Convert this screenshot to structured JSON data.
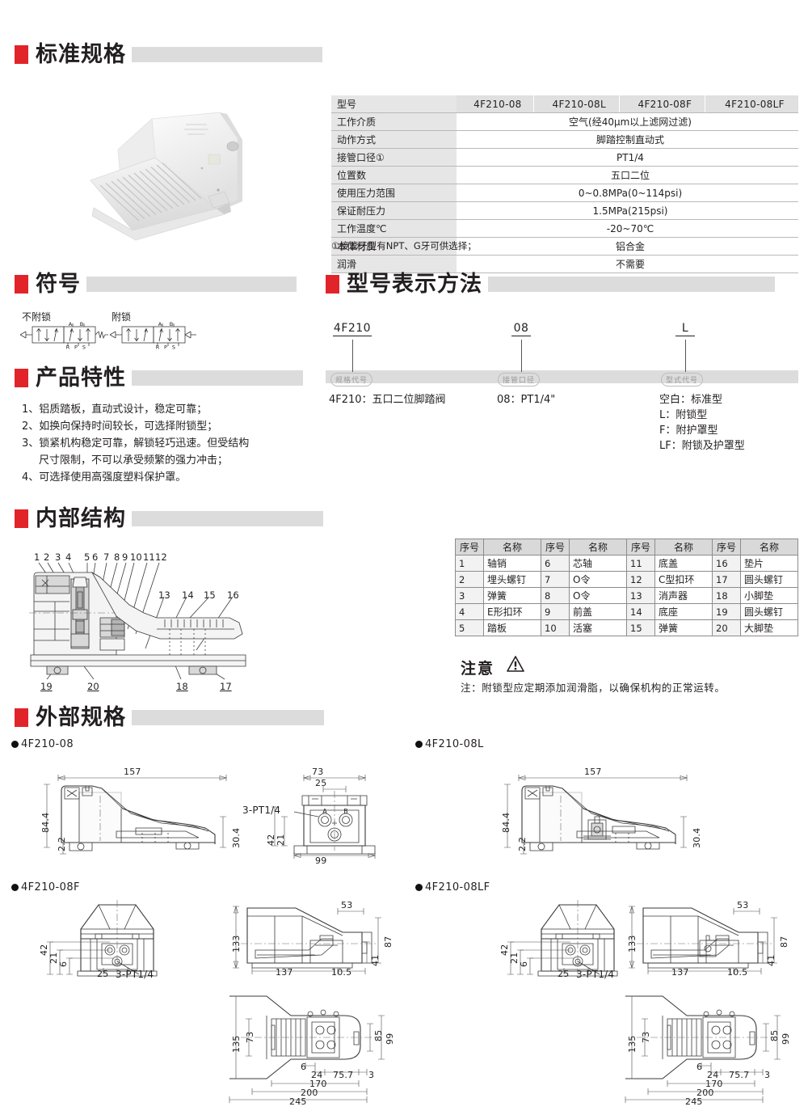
{
  "sections": {
    "standard_spec": "标准规格",
    "symbol": "符号",
    "model_code": "型号表示方法",
    "product_features": "产品特性",
    "internal_structure": "内部结构",
    "external_spec": "外部规格"
  },
  "spec_table": {
    "model_row_label": "型号",
    "models": [
      "4F210-08",
      "4F210-08L",
      "4F210-08F",
      "4F210-08LF"
    ],
    "rows": [
      {
        "label": "工作介质",
        "value": "空气(经40μm以上滤网过滤)"
      },
      {
        "label": "动作方式",
        "value": "脚踏控制直动式"
      },
      {
        "label": "接管口径①",
        "value": "PT1/4"
      },
      {
        "label": "位置数",
        "value": "五口二位"
      },
      {
        "label": "使用压力范围",
        "value": "0~0.8MPa(0~114psi)"
      },
      {
        "label": "保证耐压力",
        "value": "1.5MPa(215psi)"
      },
      {
        "label": "工作温度℃",
        "value": "-20~70℃"
      },
      {
        "label": "本体材质",
        "value": "铝合金"
      },
      {
        "label": "润滑",
        "value": "不需要"
      }
    ],
    "note": "①接管牙型有NPT、G牙可供选择；"
  },
  "symbol": {
    "items": [
      {
        "label": "不附锁",
        "ports_top": [
          "A",
          "B"
        ],
        "ports_bottom": [
          "R",
          "P",
          "S"
        ]
      },
      {
        "label": "附锁",
        "ports_top": [
          "A",
          "B"
        ],
        "ports_bottom": [
          "R",
          "P",
          "S"
        ]
      }
    ]
  },
  "model_code": {
    "codes": [
      "4F210",
      "08",
      "L"
    ],
    "tags": [
      "规格代号",
      "接管口径",
      "型式代号"
    ],
    "descriptions": [
      [
        "4F210：五口二位脚踏阀"
      ],
      [
        "08：PT1/4\""
      ],
      [
        "空白：标准型",
        "L：附锁型",
        "F：附护罩型",
        "LF：附锁及护罩型"
      ]
    ]
  },
  "features": [
    {
      "text": "1、铝质踏板，直动式设计，稳定可靠；",
      "indent": false
    },
    {
      "text": "2、如换向保持时间较长，可选择附锁型；",
      "indent": false
    },
    {
      "text": "3、锁紧机构稳定可靠，解锁轻巧迅速。但受结构",
      "indent": false
    },
    {
      "text": "尺寸限制，不可以承受频繁的强力冲击；",
      "indent": true
    },
    {
      "text": "4、可选择使用高强度塑料保护罩。",
      "indent": false
    }
  ],
  "internal_structure": {
    "callouts_top": [
      "1",
      "2",
      "3",
      "4",
      "5",
      "6",
      "7",
      "8",
      "9",
      "10",
      "11",
      "12"
    ],
    "callouts_right": [
      "13",
      "14",
      "15",
      "16"
    ],
    "callouts_bottom": [
      "19",
      "20",
      "18",
      "17"
    ]
  },
  "parts_table": {
    "headers": [
      "序号",
      "名称",
      "序号",
      "名称",
      "序号",
      "名称",
      "序号",
      "名称"
    ],
    "rows": [
      [
        "1",
        "轴销",
        "6",
        "芯轴",
        "11",
        "底盖",
        "16",
        "垫片"
      ],
      [
        "2",
        "埋头螺钉",
        "7",
        "O令",
        "12",
        "C型扣环",
        "17",
        "圆头螺钉"
      ],
      [
        "3",
        "弹簧",
        "8",
        "O令",
        "13",
        "消声器",
        "18",
        "小脚垫"
      ],
      [
        "4",
        "E形扣环",
        "9",
        "前盖",
        "14",
        "底座",
        "19",
        "圆头螺钉"
      ],
      [
        "5",
        "踏板",
        "10",
        "活塞",
        "15",
        "弹簧",
        "20",
        "大脚垫"
      ]
    ]
  },
  "notice": {
    "title": "注意",
    "body": "注：附锁型应定期添加润滑脂，以确保机构的正常运转。"
  },
  "external_spec": {
    "variants": [
      {
        "name": "4F210-08",
        "side_dims": [
          "157",
          "84.4",
          "2.2",
          "30.4"
        ],
        "front_dims": [
          "73",
          "25",
          "42",
          "21",
          "99"
        ],
        "port_callout": "3-PT1/4",
        "port_labels": [
          "A",
          "B"
        ]
      },
      {
        "name": "4F210-08L",
        "side_dims": [
          "157",
          "84.4",
          "2.2",
          "30.4"
        ]
      },
      {
        "name": "4F210-08F",
        "front_dims": [
          "42",
          "21",
          "6",
          "25"
        ],
        "port_callout": "3-PT1/4",
        "side_dims": [
          "133",
          "53",
          "87",
          "41",
          "137",
          "10.5"
        ],
        "top_dims": [
          "135",
          "73",
          "6",
          "24",
          "75.7",
          "3",
          "170",
          "200",
          "245",
          "85",
          "99"
        ]
      },
      {
        "name": "4F210-08LF",
        "front_dims": [
          "42",
          "21",
          "6",
          "25"
        ],
        "port_callout": "3-PT1/4",
        "side_dims": [
          "133",
          "53",
          "87",
          "41",
          "137",
          "10.5"
        ],
        "top_dims": [
          "135",
          "73",
          "6",
          "24",
          "75.7",
          "3",
          "170",
          "200",
          "245",
          "85",
          "99"
        ]
      }
    ]
  },
  "colors": {
    "accent": "#e1242a",
    "bar": "#dcdcdc",
    "table_header": "#e0e0e0",
    "label_cell": "#e6e6e6"
  }
}
